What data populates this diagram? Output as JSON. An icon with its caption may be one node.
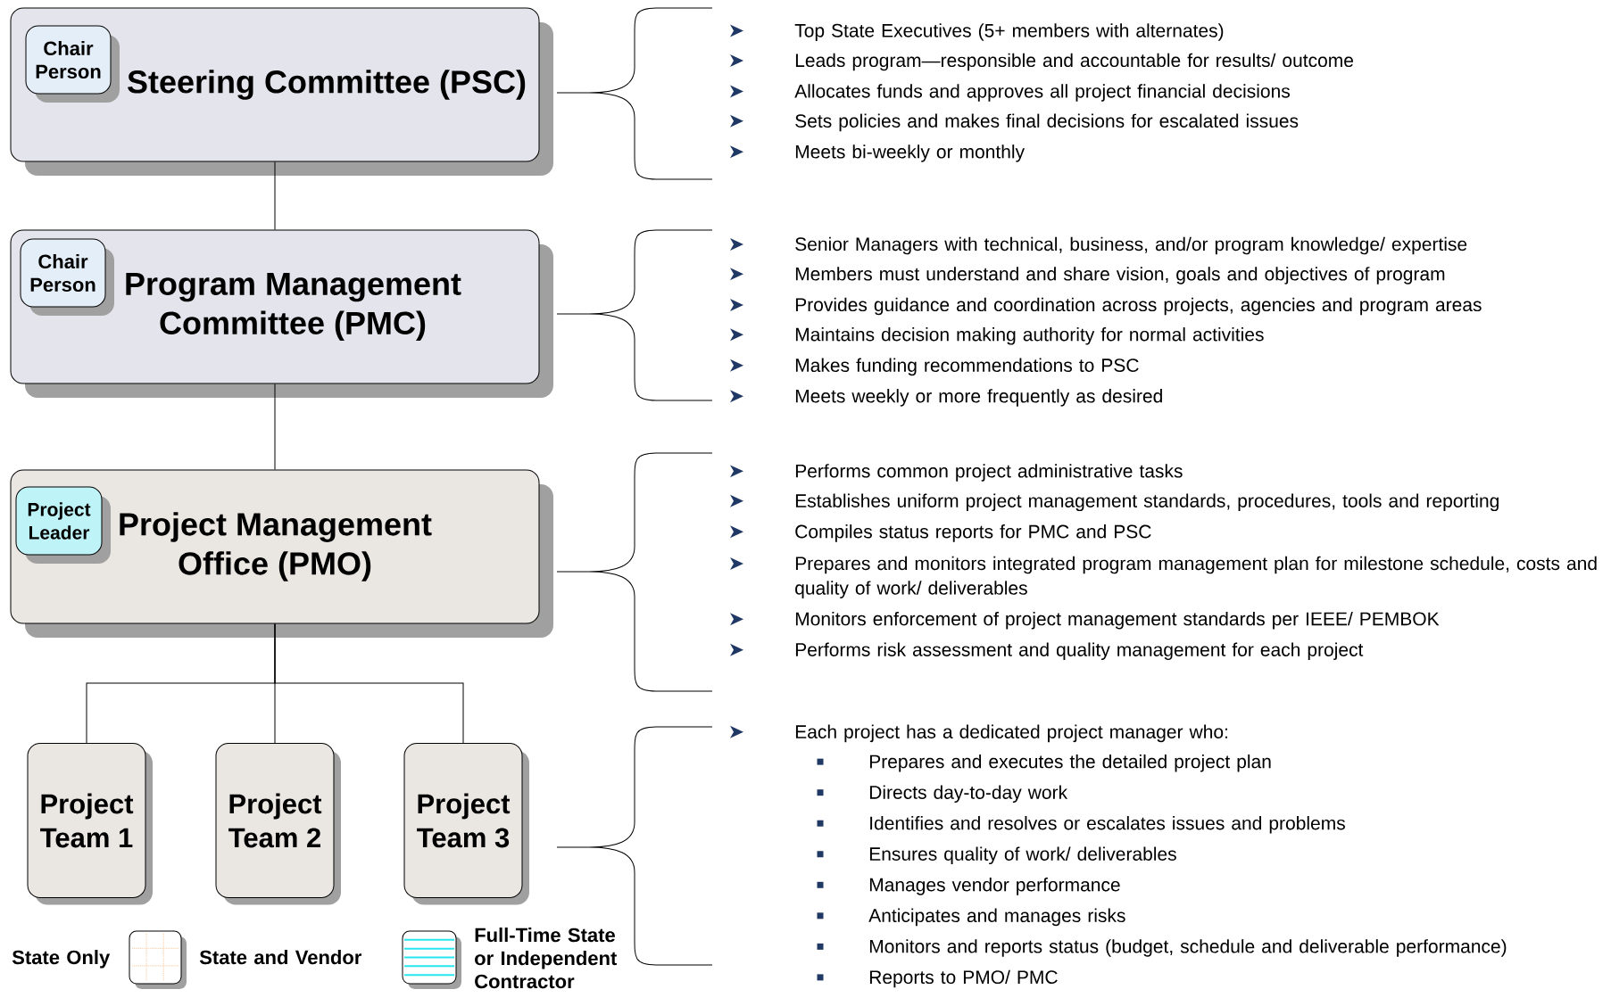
{
  "diagram": {
    "nodes": [
      {
        "text": [
          "Steering Committee (PSC)"
        ]
      },
      {
        "text": [
          "Chair Person"
        ],
        "in": 0
      },
      {
        "text": [
          "Program Management Committee (PMC)"
        ]
      },
      {
        "text": [
          "Chair Person"
        ],
        "in": 2
      },
      {
        "text": [
          "Project Management Office (PMO)"
        ]
      },
      {
        "text": [
          "Project Leader"
        ],
        "in": 4
      },
      {
        "text": [
          "Project Team 1"
        ]
      },
      {
        "text": [
          "Project Team 2"
        ]
      },
      {
        "text": [
          "Project Team 3"
        ]
      }
    ],
    "edges": [
      {
        "from": 0,
        "to": 2,
        "arrow": "none"
      },
      {
        "from": 2,
        "to": 4,
        "arrow": "none"
      },
      {
        "from": 4,
        "to": 6,
        "arrow": "none"
      },
      {
        "from": 4,
        "to": 7,
        "arrow": "none"
      },
      {
        "from": 4,
        "to": 8,
        "arrow": "none"
      }
    ],
    "labels": [
      "Top State Executives (5+ members with alternates)",
      "Leads program—responsible and accountable for results/ outcome",
      "Allocates funds and approves all project financial decisions",
      "Sets policies and makes final decisions for escalated issues",
      "Meets bi-weekly or monthly",
      "Senior Managers with technical, business, and/or program knowledge/ expertise",
      "Members must understand and share vision, goals and objectives of program",
      "Provides guidance and coordination across projects, agencies and program areas",
      "Maintains decision making authority for normal activities",
      "Makes funding recommendations to PSC",
      "Meets weekly or more frequently as desired",
      "Performs common project administrative tasks",
      "Establishes uniform project management standards, procedures, tools and reporting",
      "Compiles status reports for PMC and PSC",
      "Prepares and monitors integrated program management plan for milestone schedule, costs and quality of work/ deliverables",
      "Monitors enforcement of project management standards per IEEE/ PEMBOK",
      "Performs risk assessment and quality management for each project",
      "Each project has a dedicated project manager who:",
      "Prepares and executes the detailed project plan",
      "Directs day-to-day work",
      "Identifies and resolves or escalates issues and problems",
      "Ensures quality of work/ deliverables",
      "Manages vendor performance",
      "Anticipates and manages risks",
      "Monitors and reports status (budget, schedule and deliverable performance)",
      "Reports to PMO/ PMC"
    ],
    "legend": [
      {
        "text": "State Only"
      },
      {
        "text": "State and Vendor"
      },
      {
        "text": "Full-Time State or Independent Contractor"
      }
    ]
  }
}
